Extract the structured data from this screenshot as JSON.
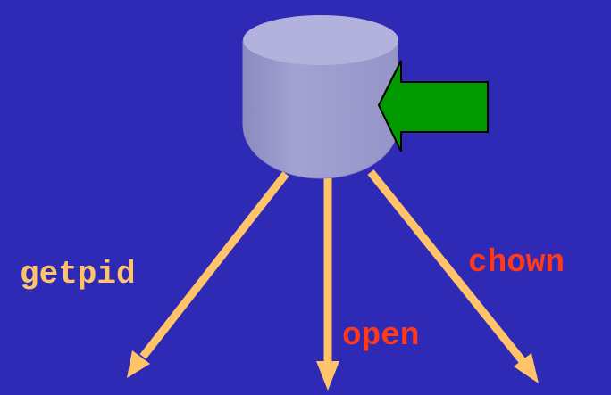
{
  "diagram": {
    "syscalls": [
      {
        "label": "getpid",
        "color": "#ffc36a"
      },
      {
        "label": "open",
        "color": "#ff3a1a"
      },
      {
        "label": "chown",
        "color": "#ff3a1a"
      }
    ],
    "colors": {
      "background": "#2e2ab5",
      "process_node": "#9c9bcc",
      "process_node_top": "#b3b2dc",
      "fan_arrows": "#ffc36a",
      "input_arrow": "#009a00"
    }
  }
}
